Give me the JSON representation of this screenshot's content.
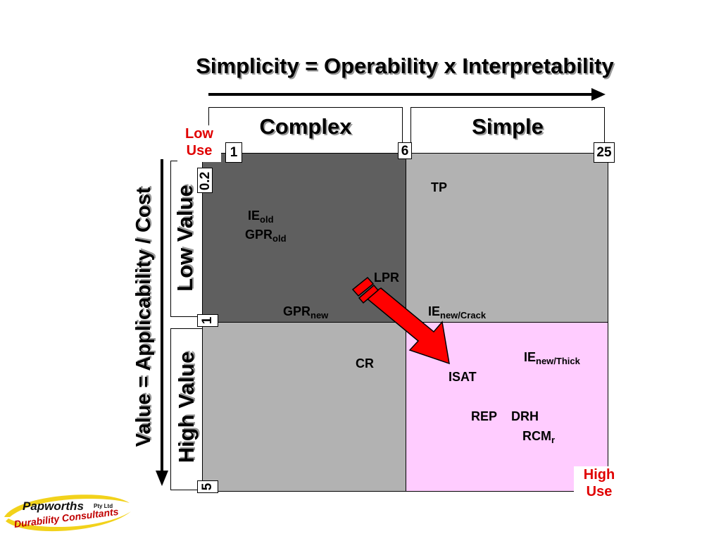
{
  "title": "Simplicity = Operability x Interpretability",
  "columns": {
    "complex": "Complex",
    "simple": "Simple"
  },
  "rows": {
    "low_value": "Low Value",
    "high_value": "High Value"
  },
  "y_axis_label": "Value = Applicability / Cost",
  "x_ticks": [
    "1",
    "6",
    "25"
  ],
  "y_ticks": [
    "0.2",
    "1",
    "5"
  ],
  "corners": {
    "low_use": [
      "Low",
      "Use"
    ],
    "high_use": [
      "High",
      "Use"
    ]
  },
  "items": {
    "tp": {
      "text": "TP"
    },
    "ie_old": {
      "text": "IE",
      "sub": "old"
    },
    "gpr_old": {
      "text": "GPR",
      "sub": "old"
    },
    "lpr": {
      "text": "LPR"
    },
    "gpr_new": {
      "text": "GPR",
      "sub": "new"
    },
    "ie_new_crack": {
      "text": "IE",
      "sub": "new/Crack"
    },
    "cr": {
      "text": "CR"
    },
    "ie_new_thick": {
      "text": "IE",
      "sub": "new/Thick"
    },
    "isat": {
      "text": "ISAT"
    },
    "rep": {
      "text": "REP"
    },
    "drh": {
      "text": "DRH"
    },
    "rcm": {
      "text": "RCM",
      "sub": "r"
    }
  },
  "colors": {
    "complex_low_value": "#5f5f5f",
    "simple_low_value": "#b2b2b2",
    "complex_high_value": "#b2b2b2",
    "simple_high_value": "#ffccff",
    "arrow": "#ff0000",
    "use_text": "#e00000"
  },
  "logo": {
    "name": "Papworths",
    "suffix": "Pty Ltd",
    "tagline": "Durability Consultants"
  }
}
